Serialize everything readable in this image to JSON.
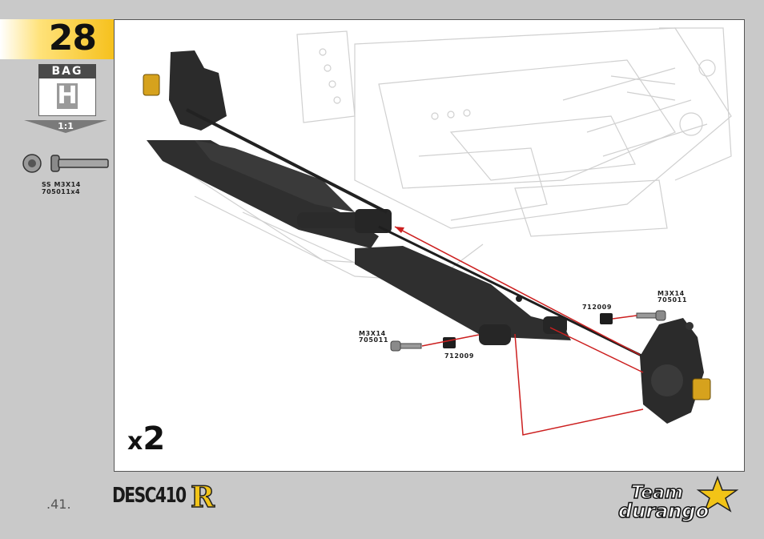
{
  "step": {
    "number": "28"
  },
  "bag": {
    "label": "BAG",
    "letter": "H"
  },
  "scale": {
    "label": "1:1"
  },
  "hardware": {
    "name": "SS M3X14",
    "code": "705011x4"
  },
  "callouts": {
    "screw_left": {
      "line1": "M3X14",
      "line2": "705011"
    },
    "screw_right": {
      "line1": "M3X14",
      "line2": "705011"
    },
    "nut_left": "712009",
    "nut_right": "712009"
  },
  "multiplier": {
    "prefix": "x",
    "count": "2"
  },
  "page": {
    "number": ".41."
  },
  "logos": {
    "product": "DESC410",
    "product_suffix": "R",
    "brand_line1": "Team",
    "brand_line2": "durango"
  },
  "colors": {
    "accent": "#f6c11d",
    "arrow": "#cc1f1f",
    "part": "#2b2b2b"
  }
}
